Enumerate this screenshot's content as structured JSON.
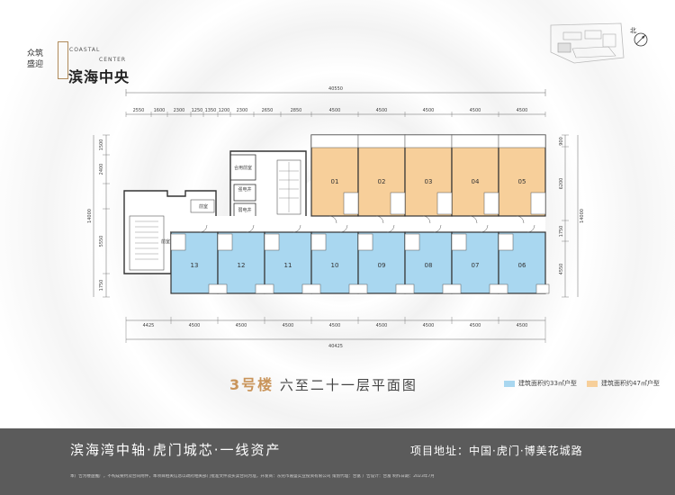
{
  "logo": {
    "small_text": "众筑盛迎",
    "english_left": "COASTAL",
    "english_right": "CENTER",
    "chinese": "滨海中央"
  },
  "north": "北",
  "plan": {
    "top_total": "40550",
    "top_dims": [
      "2550",
      "1600",
      "2300",
      "1250",
      "1350",
      "1200",
      "2300",
      "2650",
      "2850",
      "4500",
      "4500",
      "4500",
      "4500",
      "4500"
    ],
    "bottom_total": "40425",
    "bottom_dims": [
      "4425",
      "4500",
      "4500",
      "4500",
      "4500",
      "4500",
      "4500",
      "4500",
      "4500"
    ],
    "left_total": "14000",
    "left_dims": [
      "1500",
      "2400",
      "",
      "5550",
      "1750"
    ],
    "right_total": "14000",
    "right_dims": [
      "900",
      "6200",
      "1750",
      "4550"
    ],
    "units_top": [
      "01",
      "02",
      "03",
      "04",
      "05"
    ],
    "units_bottom": [
      "13",
      "12",
      "11",
      "10",
      "09",
      "08",
      "07",
      "06"
    ],
    "core_labels": [
      "合用前室",
      "前室",
      "强电井",
      "弱电井",
      "前室"
    ]
  },
  "title": {
    "prefix": "3号楼",
    "rest": "六至二十一层平面图"
  },
  "legend": [
    {
      "label": "建筑面积约33㎡户型",
      "color": "#a9d7f0"
    },
    {
      "label": "建筑面积约47㎡户型",
      "color": "#f7cf9a"
    }
  ],
  "footer": {
    "slogan": "滨海湾中轴·虎门城芯·一线资产",
    "address": "项目地址：中国·虎门·博美花城路",
    "disclaimer": "本广告为楼盘推广，不构成要约及合同附件，本项目相关信息以政府相关部门批准文件及买卖合同为准，开发商：东莞市嘉盛实业投资有限公司 策划代理：合富 广告设计：合富 制作日期：2023年7月"
  }
}
